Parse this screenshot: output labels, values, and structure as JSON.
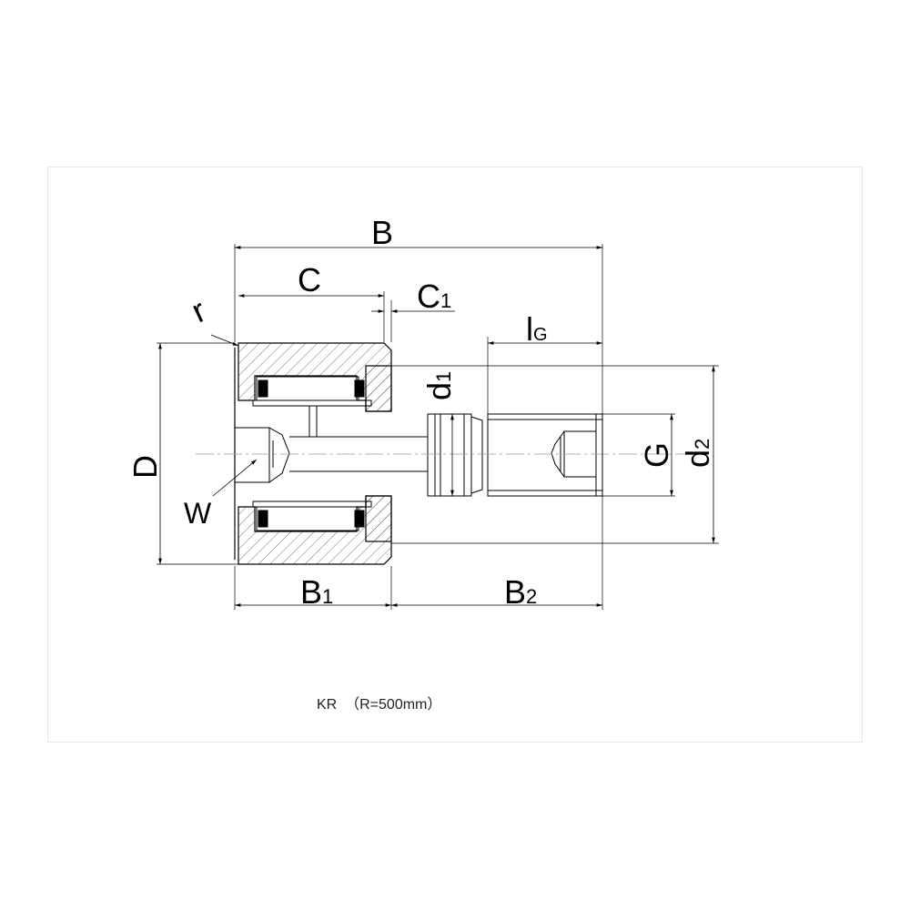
{
  "labels": {
    "B": "B",
    "C": "C",
    "C1_main": "C",
    "C1_sub": "1",
    "r": "r",
    "lG_main": "l",
    "lG_sub": "G",
    "d1_main": "d",
    "d1_sub": "1",
    "D": "D",
    "W": "W",
    "G": "G",
    "d2_main": "d",
    "d2_sub": "2",
    "B1_main": "B",
    "B1_sub": "1",
    "B2_main": "B",
    "B2_sub": "2"
  },
  "caption": "KR  （R=500mm）",
  "colors": {
    "line": "#000000",
    "hatch": "#555555",
    "frame": "#e8e8e8",
    "centerline": "#9a9a9a"
  }
}
